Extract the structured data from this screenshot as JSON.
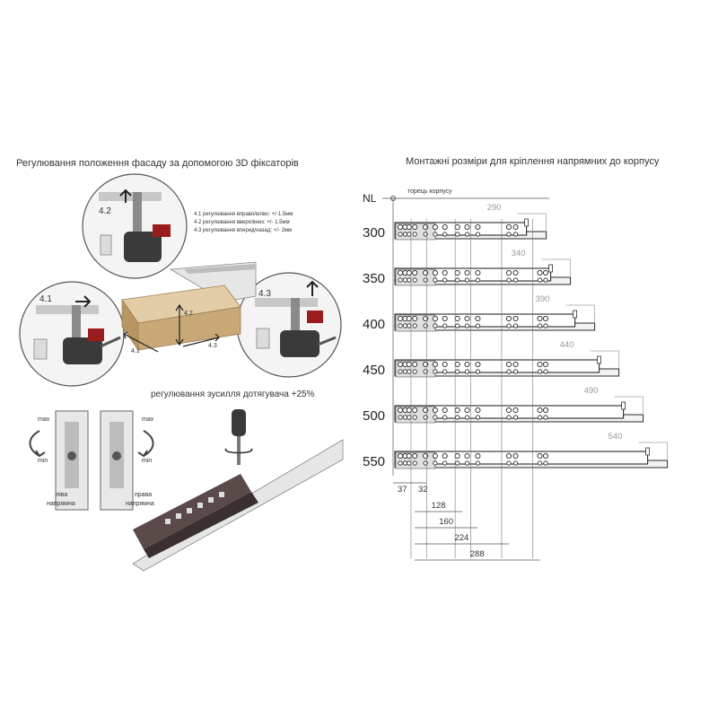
{
  "left": {
    "title": "Регулювання положення фасаду за допомогою 3D фіксаторів",
    "adjust_notes": [
      "4.1 регулювання вправо/вліво: +/-1.5мм",
      "4.2 регулювання вверх/вниз: +/- 1.5мм",
      "4.3 регулювання вперед/назад: +/- 2мм"
    ],
    "callouts": {
      "c41": "4.1",
      "c42": "4.2",
      "c43": "4.3"
    },
    "drawer_marks": {
      "m42": "4.2",
      "m41": "4.1",
      "m43": "4.3"
    },
    "force": {
      "title": "регулювання зусилля дотягувача +25%",
      "max_left": "max",
      "min_left": "min",
      "max_right": "max",
      "min_right": "min",
      "left_rail_l1": "ліва",
      "left_rail_l2": "напрямна",
      "right_rail_l1": "права",
      "right_rail_l2": "напрямна"
    }
  },
  "right": {
    "title": "Монтажні розміри для кріплення напрямних до корпусу",
    "nl_label": "NL",
    "edge_label": "торець корпусу",
    "sizes": [
      "300",
      "350",
      "400",
      "450",
      "500",
      "550"
    ],
    "lengths": [
      "290",
      "340",
      "390",
      "440",
      "490",
      "540"
    ],
    "bottom_dims": [
      "37",
      "32"
    ],
    "stacked_dims": [
      "128",
      "160",
      "224",
      "288"
    ]
  },
  "colors": {
    "rail_fill": "#f2f2f2",
    "rail_stroke": "#2b2b2b",
    "dim_gray": "#a0a0a0",
    "drawer_wood": "#c9a878",
    "panel_gray": "#6b6b6b",
    "accent_red": "#9b1c1c"
  }
}
